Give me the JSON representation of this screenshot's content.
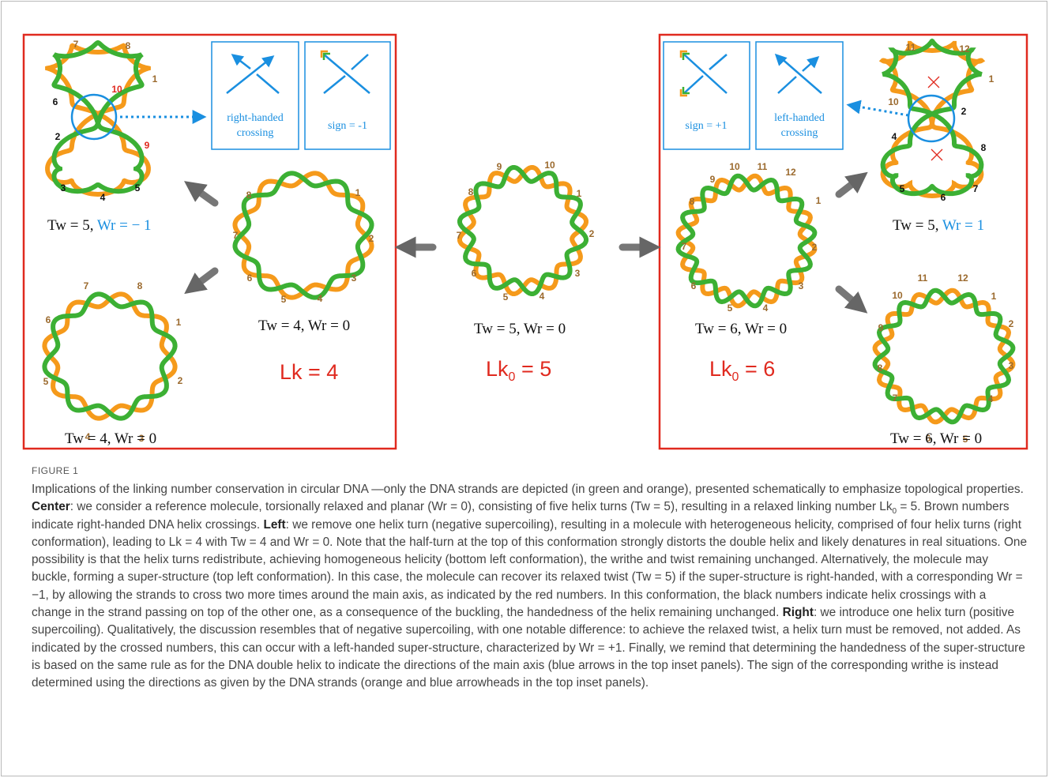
{
  "panels": {
    "left": {
      "tw_wr_buckled": "Tw = 5, Wr = − 1",
      "tw_wr_bottom": "Tw = 4, Wr = 0",
      "tw_wr_right": "Tw = 4, Wr = 0",
      "lk": "Lk = 4",
      "inset_1": [
        "right-handed",
        "crossing"
      ],
      "inset_2": "sign = -1",
      "numbers_buckled": [
        "7",
        "8",
        "1",
        "6",
        "10",
        "2",
        "9",
        "3",
        "4",
        "5"
      ],
      "numbers_right": [
        "8",
        "1",
        "2",
        "3",
        "4",
        "5",
        "6",
        "7"
      ],
      "numbers_bottom": [
        "7",
        "8",
        "6",
        "1",
        "2",
        "3",
        "4",
        "5"
      ]
    },
    "center": {
      "tw_wr": "Tw = 5, Wr = 0",
      "lk": "Lk0 = 5",
      "numbers": [
        "9",
        "10",
        "1",
        "2",
        "3",
        "4",
        "5",
        "6",
        "7",
        "8"
      ]
    },
    "right": {
      "tw_wr_left": "Tw = 6, Wr = 0",
      "tw_wr_buckled": "Tw = 5, Wr = 1",
      "tw_wr_bottom": "Tw = 6, Wr = 0",
      "lk": "Lk0 = 6",
      "inset_1": "sign = +1",
      "inset_2": [
        "left-handed",
        "crossing"
      ],
      "numbers_left": [
        "9",
        "10",
        "11",
        "12",
        "1",
        "2",
        "3",
        "4",
        "5",
        "6",
        "7",
        "8"
      ],
      "numbers_buckled": [
        "11",
        "12",
        "1",
        "10",
        "2",
        "4",
        "8",
        "5",
        "6",
        "7"
      ],
      "numbers_bottom": [
        "11",
        "12",
        "10",
        "1",
        "9",
        "2",
        "3",
        "8",
        "4",
        "7",
        "5",
        "6"
      ]
    }
  },
  "colors": {
    "green": "#3cb034",
    "orange": "#f59a1b",
    "red": "#e02a1f",
    "blue": "#1a8fe0",
    "brown": "#9b6a2e"
  },
  "caption": {
    "label": "FIGURE 1",
    "p1": "Implications of the linking number conservation in circular DNA —only the DNA strands are depicted (in green and orange), presented schematically to emphasize topological properties. ",
    "center_label": "Center",
    "p2": ": we consider a reference molecule, torsionally relaxed and planar (Wr = 0), consisting of five helix turns (Tw = 5), resulting in a relaxed linking number Lk",
    "p2_sub": "0",
    "p3": " = 5. Brown numbers indicate right-handed DNA helix crossings. ",
    "left_label": "Left",
    "p4": ": we remove one helix turn (negative supercoiling), resulting in a molecule with heterogeneous helicity, comprised of four helix turns (right conformation), leading to Lk = 4 with Tw = 4 and Wr = 0. Note that the half-turn at the top of this conformation strongly distorts the double helix and likely denatures in real situations. One possibility is that the helix turns redistribute, achieving homogeneous helicity (bottom left conformation), the writhe and twist remaining unchanged. Alternatively, the molecule may buckle, forming a super-structure (top left conformation). In this case, the molecule can recover its relaxed twist (Tw = 5) if the super-structure is right-handed, with a corresponding Wr = −1, by allowing the strands to cross two more times around the main axis, as indicated by the red numbers. In this conformation, the black numbers indicate helix crossings with a change in the strand passing on top of the other one, as a consequence of the buckling, the handedness of the helix remaining unchanged. ",
    "right_label": "Right",
    "p5": ": we introduce one helix turn (positive supercoiling). Qualitatively, the discussion resembles that of negative supercoiling, with one notable difference: to achieve the relaxed twist, a helix turn must be removed, not added. As indicated by the crossed numbers, this can occur with a left-handed super-structure, characterized by Wr = +1. Finally, we remind that determining the handedness of the super-structure is based on the same rule as for the DNA double helix to indicate the directions of the main axis (blue arrows in the top inset panels). The sign of the corresponding writhe is instead determined using the directions as given by the DNA strands (orange and blue arrowheads in the top inset panels)."
  }
}
